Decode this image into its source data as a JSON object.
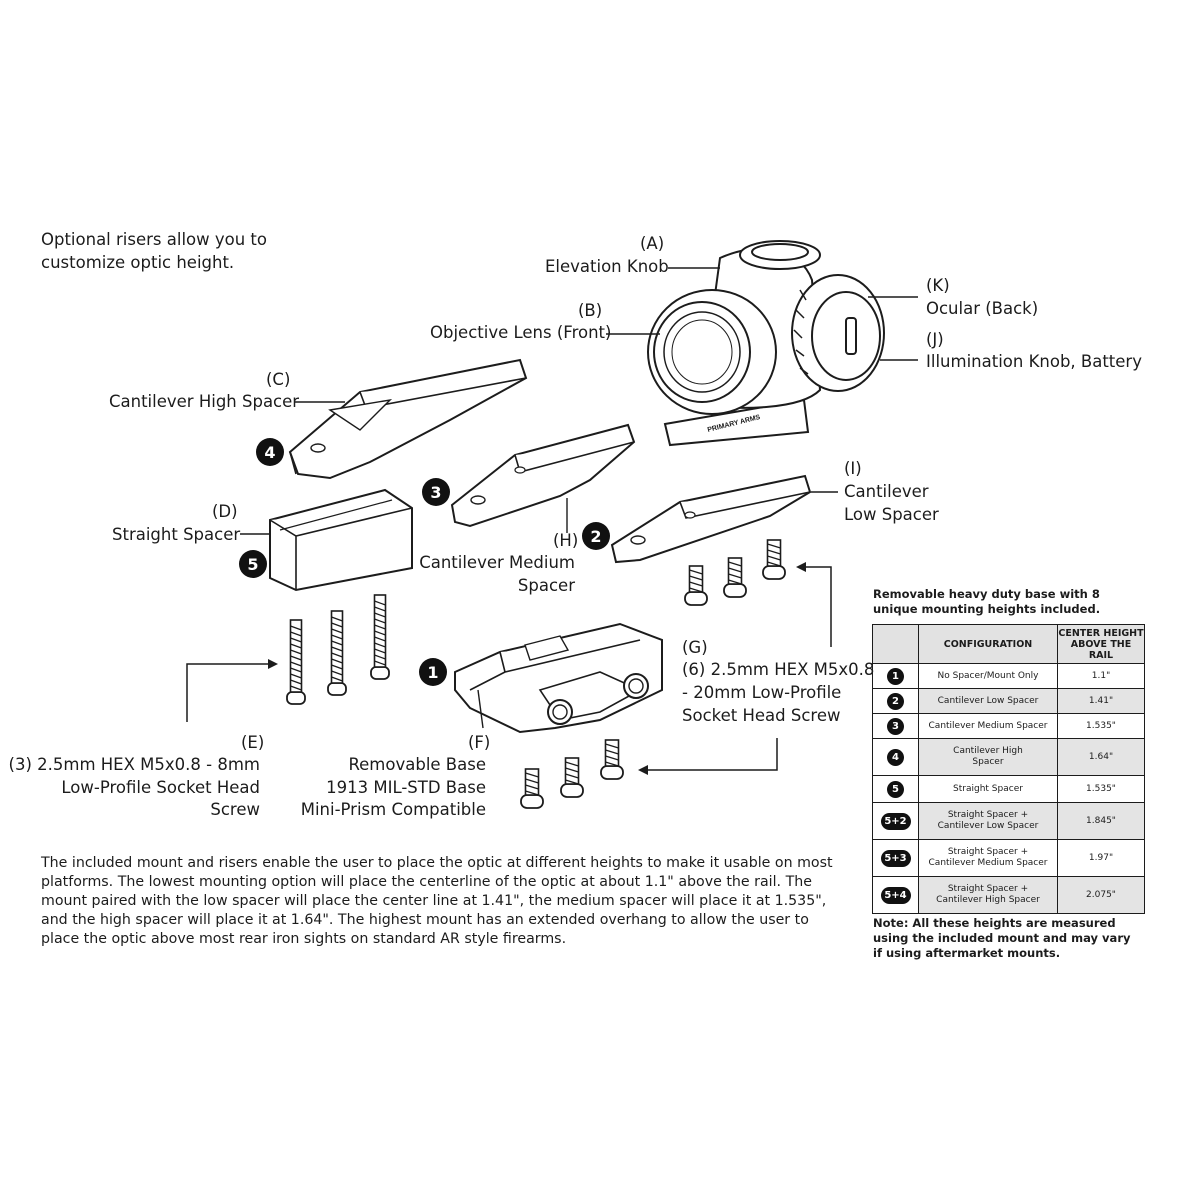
{
  "intro_text": "Optional risers allow you to customize optic height.",
  "labels": {
    "a_letter": "(A)",
    "a_name": "Elevation Knob",
    "b_letter": "(B)",
    "b_name": "Objective Lens (Front)",
    "k_letter": "(K)",
    "k_name": "Ocular (Back)",
    "j_letter": "(J)",
    "j_name": "Illumination Knob, Battery",
    "c_letter": "(C)",
    "c_name": "Cantilever High Spacer",
    "d_letter": "(D)",
    "d_name": "Straight Spacer",
    "h_letter": "(H)",
    "h_name_1": "Cantilever Medium",
    "h_name_2": "Spacer",
    "i_letter": "(I)",
    "i_name_1": "Cantilever",
    "i_name_2": "Low Spacer",
    "g_letter": "(G)",
    "g_line_1": "(6) 2.5mm HEX M5x0.8",
    "g_line_2": "- 20mm Low-Profile",
    "g_line_3": "Socket Head Screw",
    "e_letter": "(E)",
    "e_line_1": "(3) 2.5mm HEX M5x0.8 - 8mm",
    "e_line_2": "Low-Profile Socket Head",
    "e_line_3": "Screw",
    "f_letter": "(F)",
    "f_line_1": "Removable Base",
    "f_line_2": "1913 MIL-STD Base",
    "f_line_3": "Mini-Prism Compatible"
  },
  "part_badges": {
    "b1": "1",
    "b2": "2",
    "b3": "3",
    "b4": "4",
    "b5": "5"
  },
  "optic_marking": "PRIMARY ARMS",
  "paragraph": "The included mount and risers enable the user to place the optic at different heights to make it usable on most platforms. The lowest mounting option will place the centerline of the optic at about 1.1\" above the rail. The mount paired with the low spacer will place the center line at 1.41\", the medium spacer will place it at 1.535\", and the high spacer will place it at 1.64\". The highest mount has an extended overhang to allow the user to place the optic above most rear iron sights on standard AR style firearms.",
  "table": {
    "caption": "Removable heavy duty base with 8 unique mounting heights included.",
    "header_config": "CONFIGURATION",
    "header_height": "CENTER HEIGHT ABOVE THE RAIL",
    "rows": [
      {
        "badge": "1",
        "config": "No Spacer/Mount Only",
        "height": "1.1\""
      },
      {
        "badge": "2",
        "config": "Cantilever Low Spacer",
        "height": "1.41\""
      },
      {
        "badge": "3",
        "config": "Cantilever Medium Spacer",
        "height": "1.535\""
      },
      {
        "badge": "4",
        "config": "Cantilever High Spacer",
        "height": "1.64\""
      },
      {
        "badge": "5",
        "config": "Straight Spacer",
        "height": "1.535\""
      },
      {
        "badge": "5+2",
        "config": "Straight Spacer + Cantilever Low Spacer",
        "height": "1.845\""
      },
      {
        "badge": "5+3",
        "config": "Straight Spacer + Cantilever Medium Spacer",
        "height": "1.97\""
      },
      {
        "badge": "5+4",
        "config": "Straight Spacer + Cantilever High Spacer",
        "height": "2.075\""
      }
    ],
    "note": "Note: All these heights are measured using the included mount and may vary if using aftermarket mounts."
  }
}
